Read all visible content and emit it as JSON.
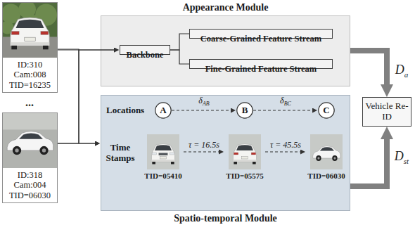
{
  "diagram": {
    "nodes": [
      {
        "text": [
          "ID:310",
          "Cam:008",
          "TID=16235"
        ]
      },
      {
        "text": [
          "ID:318",
          "Cam:004",
          "TID=06030"
        ]
      },
      {
        "text": [
          "Appearance Module"
        ]
      },
      {
        "text": [
          "Backbone"
        ],
        "in": 2
      },
      {
        "text": [
          "Coarse-Grained Feature Stream"
        ],
        "in": 2
      },
      {
        "text": [
          "Fine-Grained Feature Stream"
        ],
        "in": 2
      },
      {
        "text": [
          "Vehicle Re-ID"
        ]
      },
      {
        "text": [
          "Spatio-temporal Module"
        ]
      },
      {
        "text": [
          "A"
        ],
        "in": 7
      },
      {
        "text": [
          "B"
        ],
        "in": 7
      },
      {
        "text": [
          "C"
        ],
        "in": 7
      },
      {
        "text": [
          "TID=05410"
        ],
        "in": 7
      },
      {
        "text": [
          "TID=05575"
        ],
        "in": 7
      },
      {
        "text": [
          "TID=06030"
        ],
        "in": 7
      }
    ],
    "edges": [
      {
        "from": 0,
        "to": 3,
        "arrow": "to"
      },
      {
        "from": 1,
        "to": 3,
        "arrow": "to"
      },
      {
        "from": 0,
        "to": 7,
        "arrow": "to"
      },
      {
        "from": 1,
        "to": 7,
        "arrow": "to"
      },
      {
        "from": 3,
        "to": 4,
        "arrow": "none"
      },
      {
        "from": 3,
        "to": 5,
        "arrow": "none"
      },
      {
        "from": 2,
        "to": 6,
        "label": "Da",
        "arrow": "to"
      },
      {
        "from": 7,
        "to": 6,
        "label": "Dst",
        "arrow": "to"
      },
      {
        "from": 8,
        "to": 9,
        "label": "δAB",
        "arrow": "to"
      },
      {
        "from": 9,
        "to": 10,
        "label": "δBC",
        "arrow": "to"
      },
      {
        "from": 11,
        "to": 12,
        "label": "τ = 16.5s",
        "arrow": "to"
      },
      {
        "from": 12,
        "to": 13,
        "label": "τ = 45.5s",
        "arrow": "to"
      }
    ],
    "labels": [
      "...",
      "Locations",
      "Time Stamps"
    ]
  }
}
